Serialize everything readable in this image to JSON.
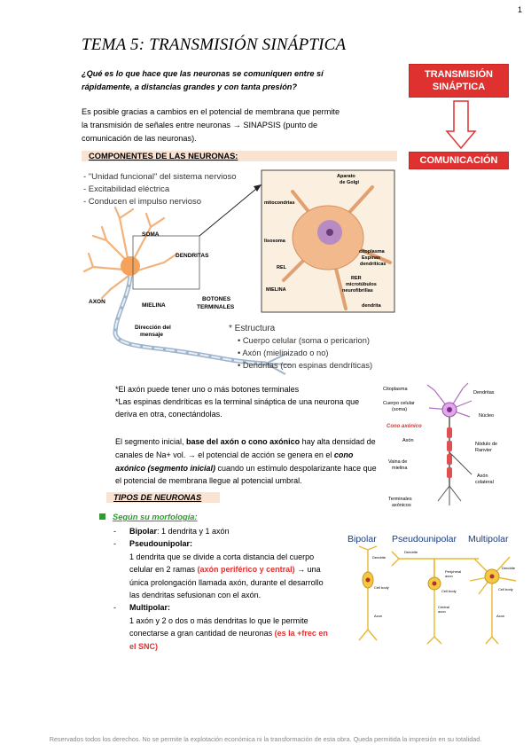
{
  "page_number": "1",
  "title": "TEMA 5: TRANSMISIÓN SINÁPTICA",
  "question": "¿Qué es lo que hace que las neuronas se comuniquen entre sí rápidamente, a distancias grandes y con tanta presión?",
  "intro": "Es posible gracias a cambios en el potencial de membrana que permite la transmisión de señales entre neuronas → SINAPSIS (punto de comunicación de las neuronas).",
  "side_diagram": {
    "top_label_1": "TRANSMISIÓN",
    "top_label_2": "SINÁPTICA",
    "bottom_label": "COMUNICACIÓN"
  },
  "section_components": "COMPONENTES DE LAS NEURONAS:",
  "neuron_figure": {
    "bullets": [
      "- \"Unidad funcional\" del sistema nervioso",
      "- Excitabilidad eléctrica",
      "- Conducen el impulso nervioso"
    ],
    "labels": {
      "soma": "SOMA",
      "dendritas": "DENDRITAS",
      "axon": "AXON",
      "mielina": "MIELINA",
      "botones": "BOTONES",
      "terminales": "TERMINALES",
      "direccion": "Dirección del",
      "mensaje": "mensaje"
    },
    "inset_labels": {
      "aparato": "Aparato",
      "de_golgi": "de Golgi",
      "mitocondrias": "mitocondrias",
      "lisosoma": "lisosoma",
      "citoplasma": "citoplasma",
      "espinas": "Espinas",
      "dendriticas": "dendríticas",
      "rel": "REL",
      "rer": "RER",
      "mielina": "MIELINA",
      "microtubulos": "microtúbulos",
      "neurofibrillas": "neurofibrillas",
      "dendrita": "dendrita"
    },
    "structure_title": "* Estructura",
    "structure_items": [
      "• Cuerpo celular (soma o pericarion)",
      "• Axón (mielinizado o no)",
      "• Dendritas (con espinas dendríticas)"
    ]
  },
  "notes": [
    "*El axón puede tener uno o más botones terminales",
    "*Las espinas dendríticas es la terminal sináptica de una neurona que deriva en otra, conectándolas."
  ],
  "paragraph": {
    "p1": "El segmento inicial, ",
    "p1_bold": "base del axón o cono axónico",
    "p2": " hay alta densidad de canales de Na+ vol. → el potencial de acción se genera en el ",
    "p2_it": "cono axónico (segmento inicial)",
    "p3": " cuando un estímulo despolarizante hace que el potencial de membrana llegue al potencial umbral."
  },
  "right_neuron": {
    "citoplasma": "Citoplasma",
    "dendritas": "Dendritas",
    "cuerpo1": "Cuerpo celular",
    "cuerpo2": "(soma)",
    "nucleo": "Núcleo",
    "cono": "Cono axónico",
    "axon": "Axón",
    "nodulo1": "Nódulo de",
    "nodulo2": "Ranvier",
    "vaina1": "Vaina de",
    "vaina2": "mielina",
    "axon_col1": "Axón",
    "axon_col2": "colateral",
    "terminales1": "Terminales",
    "terminales2": "axónicos"
  },
  "section_types": "TIPOS DE NEURONAS",
  "morphology_label": "Según su morfología:",
  "types": {
    "bipolar_name": "Bipolar",
    "bipolar_desc": ": 1 dendrita y 1 axón",
    "pseudo_name": "Pseudounipolar",
    "pseudo_desc_1": "1 dendrita que se divide a corta distancia del cuerpo celular en 2 ramas ",
    "pseudo_red": "(axón periférico y central)",
    "pseudo_desc_2": " → una única prolongación llamada axón, durante el desarrollo las dendritas sefusionan con el axón.",
    "multi_name": "Multipolar",
    "multi_desc": "1 axón y 2 o dos o más dendritas lo que le permite conectarse a gran cantidad de neuronas ",
    "multi_red": "(es la +frec en el SNC)"
  },
  "types_figure": {
    "bipolar": "Bipolar",
    "pseudo": "Pseudounipolar",
    "multi": "Multipolar",
    "dendrite": "Dendrite",
    "cell_body": "Cell body",
    "axon": "Axon",
    "peripheral_1": "Peripheral",
    "peripheral_2": "axon",
    "central_1": "Central",
    "central_2": "axon"
  },
  "footer": "Reservados todos los derechos. No se permite la explotación económica ni la transformación de esta obra. Queda permitida la impresión en su totalidad."
}
